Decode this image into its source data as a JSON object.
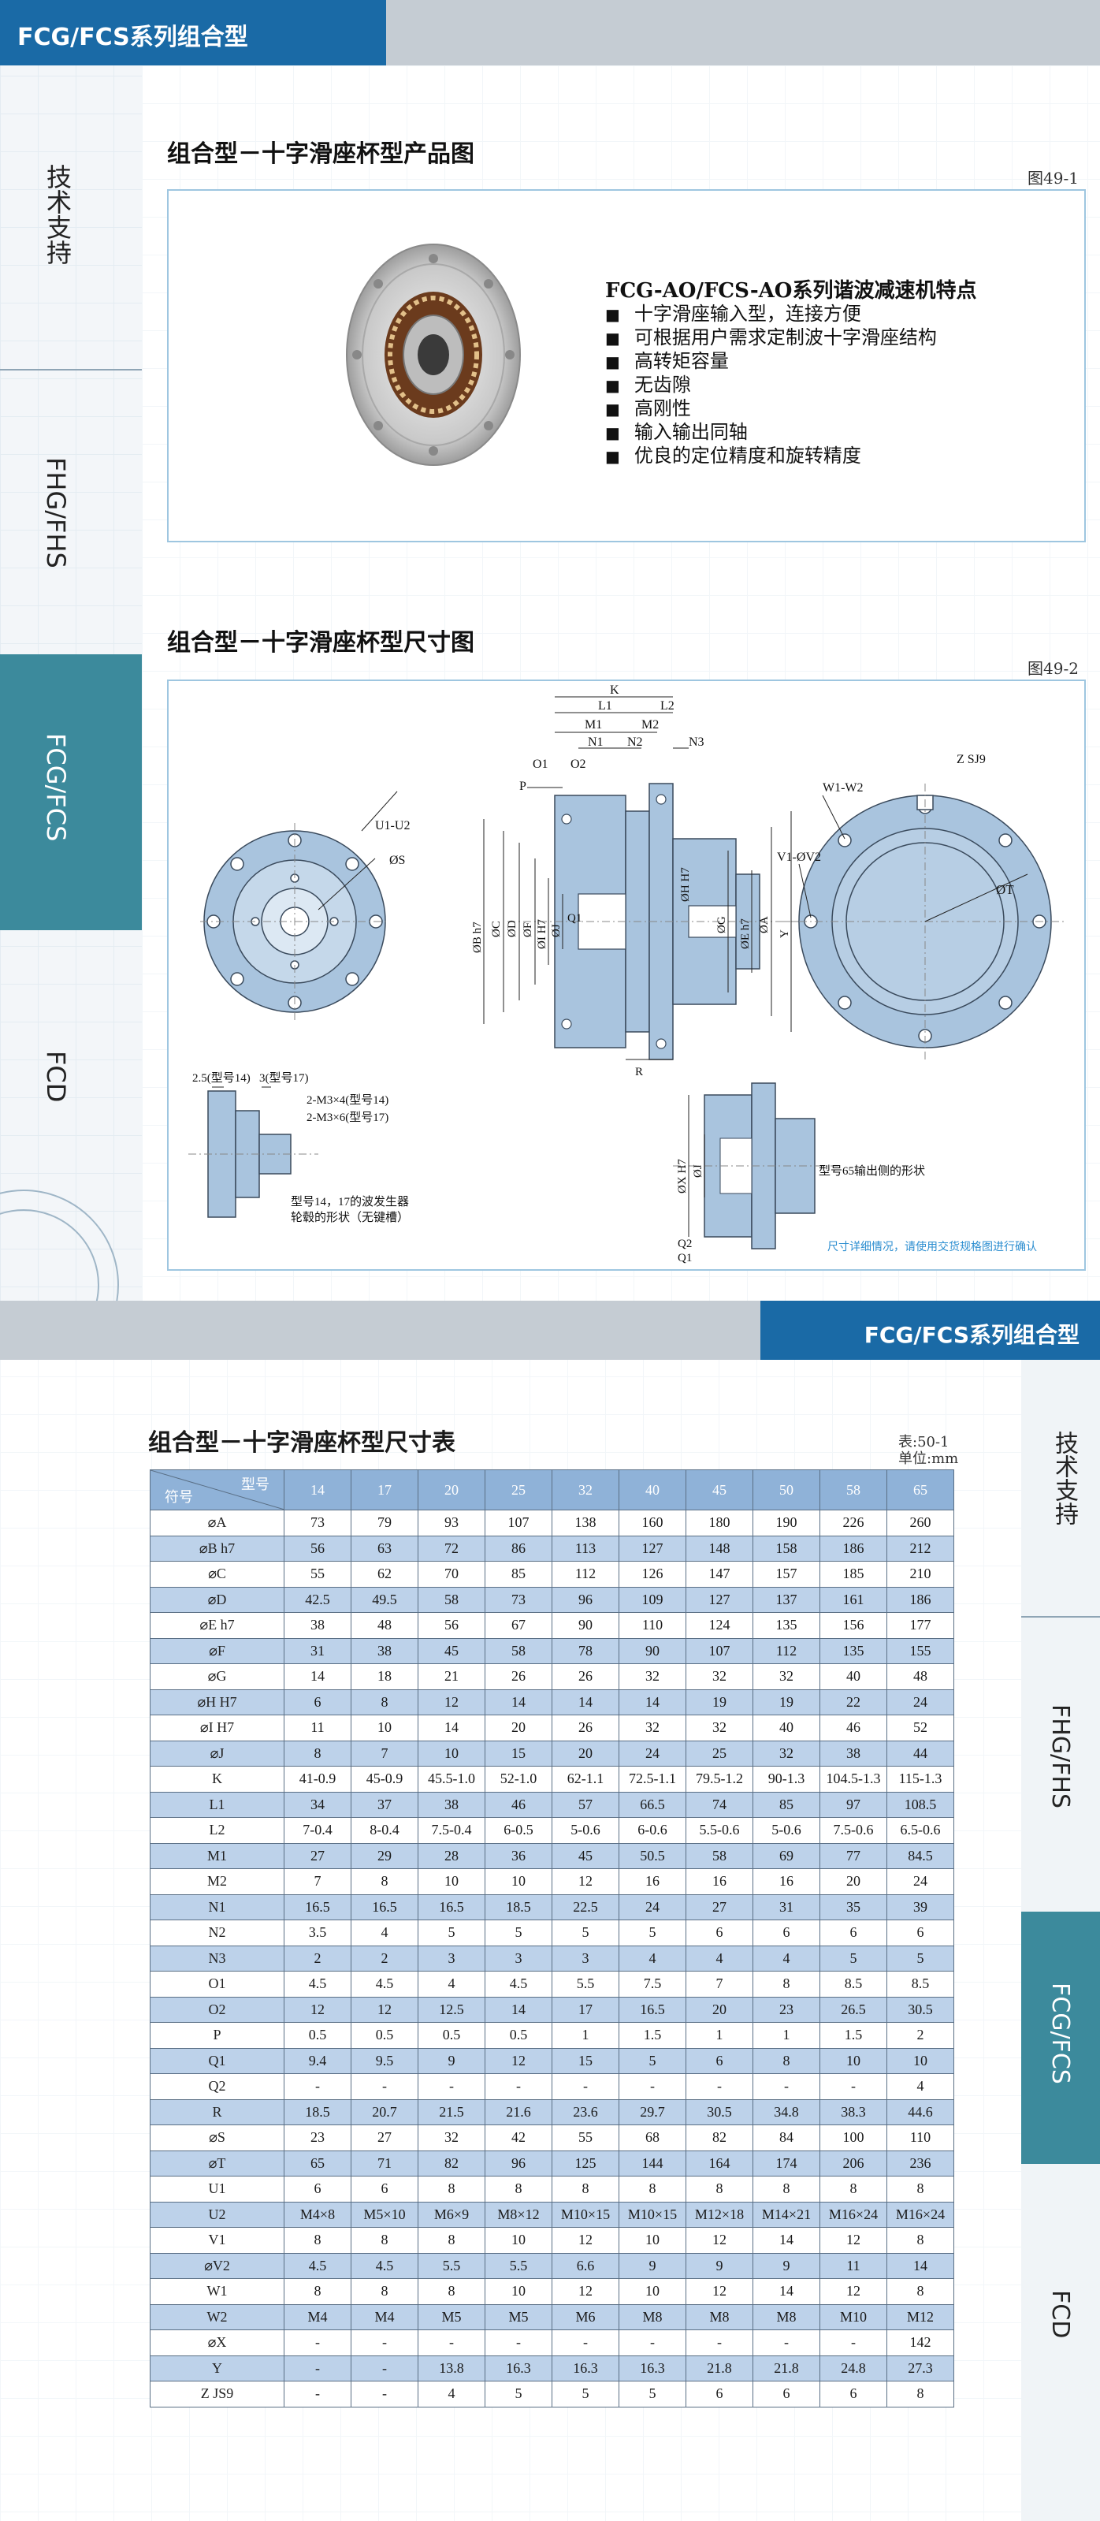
{
  "page1": {
    "header_title": "FCG/FCS系列组合型",
    "side_tabs": [
      "技术支持",
      "FHG/FHS",
      "FCG/FCS",
      "FCD"
    ],
    "active_tab": "FCG/FCS",
    "section1_title": "组合型－十字滑座杯型产品图",
    "fig1_label": "图49-1",
    "features_title": "FCG-AO/FCS-AO系列谐波减速机特点",
    "features": [
      "十字滑座输入型，连接方便",
      "可根据用户需求定制波十字滑座结构",
      "高转矩容量",
      "无齿隙",
      "高刚性",
      "输入输出同轴",
      "优良的定位精度和旋转精度"
    ],
    "section2_title": "组合型－十字滑座杯型尺寸图",
    "fig2_label": "图49-2",
    "drawing_labels": {
      "K": "K",
      "L1": "L1",
      "L2": "L2",
      "M1": "M1",
      "M2": "M2",
      "N1": "N1",
      "N2": "N2",
      "N3": "N3",
      "O1": "O1",
      "O2": "O2",
      "P": "P",
      "U": "U1-U2",
      "S": "ØS",
      "B": "ØB h7",
      "C": "ØC",
      "D": "ØD",
      "F": "ØF",
      "I": "ØI H7",
      "J": "ØJ",
      "Q1": "Q1",
      "H": "ØH H7",
      "G": "ØG",
      "E": "ØE h7",
      "A": "ØA",
      "R": "R",
      "W": "W1-W2",
      "Z": "Z SJ9",
      "V": "V1-ØV2",
      "T": "ØT",
      "Y": "Y",
      "note_a": "2.5(型号14)",
      "note_b": "3(型号17)",
      "note_c": "2-M3×4(型号14)",
      "note_d": "2-M3×6(型号17)",
      "note_e1": "型号14，17的波发生器",
      "note_e2": "轮毂的形状（无键槽）",
      "X": "ØX H7",
      "J2": "ØJ",
      "Q2": "Q2",
      "Q1b": "Q1",
      "note_f": "型号65输出侧的形状",
      "note_g": "尺寸详细情况，请使用交货规格图进行确认"
    }
  },
  "page2": {
    "header_title": "FCG/FCS系列组合型",
    "side_tabs": [
      "技术支持",
      "FHG/FHS",
      "FCG/FCS",
      "FCD"
    ],
    "active_tab": "FCG/FCS",
    "table_title": "组合型－十字滑座杯型尺寸表",
    "table_no": "表:50-1",
    "unit": "单位:mm",
    "corner_model": "型号",
    "corner_symbol": "符号",
    "models": [
      "14",
      "17",
      "20",
      "25",
      "32",
      "40",
      "45",
      "50",
      "58",
      "65"
    ],
    "rows": [
      {
        "sym": "⌀A",
        "v": [
          "73",
          "79",
          "93",
          "107",
          "138",
          "160",
          "180",
          "190",
          "226",
          "260"
        ]
      },
      {
        "sym": "⌀B h7",
        "v": [
          "56",
          "63",
          "72",
          "86",
          "113",
          "127",
          "148",
          "158",
          "186",
          "212"
        ]
      },
      {
        "sym": "⌀C",
        "v": [
          "55",
          "62",
          "70",
          "85",
          "112",
          "126",
          "147",
          "157",
          "185",
          "210"
        ]
      },
      {
        "sym": "⌀D",
        "v": [
          "42.5",
          "49.5",
          "58",
          "73",
          "96",
          "109",
          "127",
          "137",
          "161",
          "186"
        ]
      },
      {
        "sym": "⌀E h7",
        "v": [
          "38",
          "48",
          "56",
          "67",
          "90",
          "110",
          "124",
          "135",
          "156",
          "177"
        ]
      },
      {
        "sym": "⌀F",
        "v": [
          "31",
          "38",
          "45",
          "58",
          "78",
          "90",
          "107",
          "112",
          "135",
          "155"
        ]
      },
      {
        "sym": "⌀G",
        "v": [
          "14",
          "18",
          "21",
          "26",
          "26",
          "32",
          "32",
          "32",
          "40",
          "48"
        ]
      },
      {
        "sym": "⌀H H7",
        "v": [
          "6",
          "8",
          "12",
          "14",
          "14",
          "14",
          "19",
          "19",
          "22",
          "24"
        ]
      },
      {
        "sym": "⌀I H7",
        "v": [
          "11",
          "10",
          "14",
          "20",
          "26",
          "32",
          "32",
          "40",
          "46",
          "52"
        ]
      },
      {
        "sym": "⌀J",
        "v": [
          "8",
          "7",
          "10",
          "15",
          "20",
          "24",
          "25",
          "32",
          "38",
          "44"
        ]
      },
      {
        "sym": "K",
        "v": [
          "41-0.9",
          "45-0.9",
          "45.5-1.0",
          "52-1.0",
          "62-1.1",
          "72.5-1.1",
          "79.5-1.2",
          "90-1.3",
          "104.5-1.3",
          "115-1.3"
        ]
      },
      {
        "sym": "L1",
        "v": [
          "34",
          "37",
          "38",
          "46",
          "57",
          "66.5",
          "74",
          "85",
          "97",
          "108.5"
        ]
      },
      {
        "sym": "L2",
        "v": [
          "7-0.4",
          "8-0.4",
          "7.5-0.4",
          "6-0.5",
          "5-0.6",
          "6-0.6",
          "5.5-0.6",
          "5-0.6",
          "7.5-0.6",
          "6.5-0.6"
        ]
      },
      {
        "sym": "M1",
        "v": [
          "27",
          "29",
          "28",
          "36",
          "45",
          "50.5",
          "58",
          "69",
          "77",
          "84.5"
        ]
      },
      {
        "sym": "M2",
        "v": [
          "7",
          "8",
          "10",
          "10",
          "12",
          "16",
          "16",
          "16",
          "20",
          "24"
        ]
      },
      {
        "sym": "N1",
        "v": [
          "16.5",
          "16.5",
          "16.5",
          "18.5",
          "22.5",
          "24",
          "27",
          "31",
          "35",
          "39"
        ]
      },
      {
        "sym": "N2",
        "v": [
          "3.5",
          "4",
          "5",
          "5",
          "5",
          "5",
          "6",
          "6",
          "6",
          "6"
        ]
      },
      {
        "sym": "N3",
        "v": [
          "2",
          "2",
          "3",
          "3",
          "3",
          "4",
          "4",
          "4",
          "5",
          "5"
        ]
      },
      {
        "sym": "O1",
        "v": [
          "4.5",
          "4.5",
          "4",
          "4.5",
          "5.5",
          "7.5",
          "7",
          "8",
          "8.5",
          "8.5"
        ]
      },
      {
        "sym": "O2",
        "v": [
          "12",
          "12",
          "12.5",
          "14",
          "17",
          "16.5",
          "20",
          "23",
          "26.5",
          "30.5"
        ]
      },
      {
        "sym": "P",
        "v": [
          "0.5",
          "0.5",
          "0.5",
          "0.5",
          "1",
          "1.5",
          "1",
          "1",
          "1.5",
          "2"
        ]
      },
      {
        "sym": "Q1",
        "v": [
          "9.4",
          "9.5",
          "9",
          "12",
          "15",
          "5",
          "6",
          "8",
          "10",
          "10"
        ]
      },
      {
        "sym": "Q2",
        "v": [
          "-",
          "-",
          "-",
          "-",
          "-",
          "-",
          "-",
          "-",
          "-",
          "4"
        ]
      },
      {
        "sym": "R",
        "v": [
          "18.5",
          "20.7",
          "21.5",
          "21.6",
          "23.6",
          "29.7",
          "30.5",
          "34.8",
          "38.3",
          "44.6"
        ]
      },
      {
        "sym": "⌀S",
        "v": [
          "23",
          "27",
          "32",
          "42",
          "55",
          "68",
          "82",
          "84",
          "100",
          "110"
        ]
      },
      {
        "sym": "⌀T",
        "v": [
          "65",
          "71",
          "82",
          "96",
          "125",
          "144",
          "164",
          "174",
          "206",
          "236"
        ]
      },
      {
        "sym": "U1",
        "v": [
          "6",
          "6",
          "8",
          "8",
          "8",
          "8",
          "8",
          "8",
          "8",
          "8"
        ]
      },
      {
        "sym": "U2",
        "v": [
          "M4×8",
          "M5×10",
          "M6×9",
          "M8×12",
          "M10×15",
          "M10×15",
          "M12×18",
          "M14×21",
          "M16×24",
          "M16×24"
        ]
      },
      {
        "sym": "V1",
        "v": [
          "8",
          "8",
          "8",
          "10",
          "12",
          "10",
          "12",
          "14",
          "12",
          "8"
        ]
      },
      {
        "sym": "⌀V2",
        "v": [
          "4.5",
          "4.5",
          "5.5",
          "5.5",
          "6.6",
          "9",
          "9",
          "9",
          "11",
          "14"
        ]
      },
      {
        "sym": "W1",
        "v": [
          "8",
          "8",
          "8",
          "10",
          "12",
          "10",
          "12",
          "14",
          "12",
          "8"
        ]
      },
      {
        "sym": "W2",
        "v": [
          "M4",
          "M4",
          "M5",
          "M5",
          "M6",
          "M8",
          "M8",
          "M8",
          "M10",
          "M12"
        ]
      },
      {
        "sym": "⌀X",
        "v": [
          "-",
          "-",
          "-",
          "-",
          "-",
          "-",
          "-",
          "-",
          "-",
          "142"
        ]
      },
      {
        "sym": "Y",
        "v": [
          "-",
          "-",
          "13.8",
          "16.3",
          "16.3",
          "16.3",
          "21.8",
          "21.8",
          "24.8",
          "27.3"
        ]
      },
      {
        "sym": "Z JS9",
        "v": [
          "-",
          "-",
          "4",
          "5",
          "5",
          "5",
          "6",
          "6",
          "6",
          "8"
        ]
      }
    ]
  }
}
